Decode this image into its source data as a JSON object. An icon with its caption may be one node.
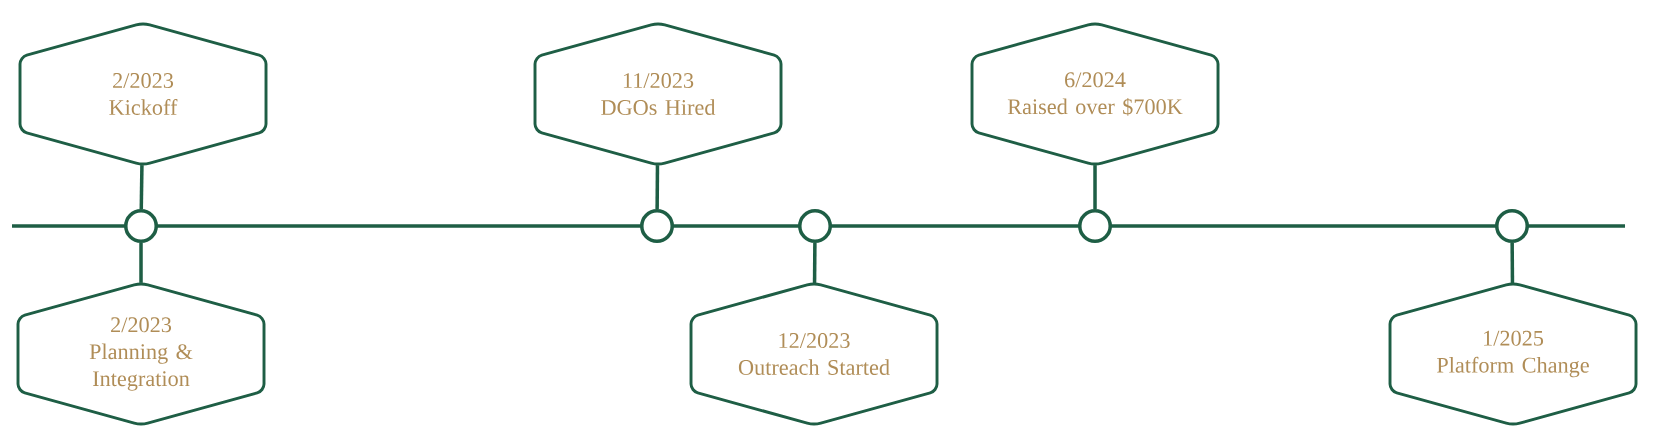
{
  "diagram": {
    "nodes": [
      {
        "text": [
          "2/2023",
          "Kickoff"
        ]
      },
      {
        "text": [
          "2/2023",
          "Planning & Integration"
        ]
      },
      {
        "text": [
          "11/2023",
          "DGOs Hired"
        ]
      },
      {
        "text": [
          "12/2023",
          "Outreach Started"
        ]
      },
      {
        "text": [
          "6/2024",
          "Raised over $700K"
        ]
      },
      {
        "text": [
          "1/2025",
          "Platform Change"
        ]
      },
      {
        "text": [],
        "shape": "circle"
      },
      {
        "text": [],
        "shape": "circle"
      },
      {
        "text": [],
        "shape": "circle"
      },
      {
        "text": [],
        "shape": "circle"
      },
      {
        "text": [],
        "shape": "circle"
      }
    ],
    "edges": [
      {
        "from": 0,
        "to": 6,
        "arrow": "none"
      },
      {
        "from": 1,
        "to": 6,
        "arrow": "none"
      },
      {
        "from": 2,
        "to": 7,
        "arrow": "none"
      },
      {
        "from": 3,
        "to": 8,
        "arrow": "none"
      },
      {
        "from": 4,
        "to": 9,
        "arrow": "none"
      },
      {
        "from": 5,
        "to": 10,
        "arrow": "none"
      }
    ]
  }
}
